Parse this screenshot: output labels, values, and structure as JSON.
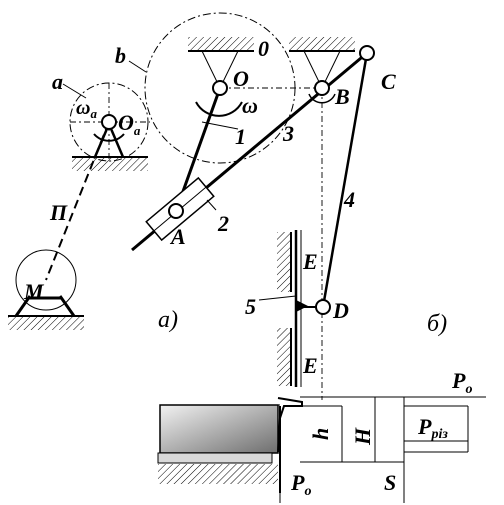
{
  "diagram": {
    "labels": {
      "circle_a": "a",
      "omega_a": "ω",
      "omega_a_sub": "a",
      "pivot_Oa": "O",
      "pivot_Oa_sub": "a",
      "circle_b": "b",
      "ground_0": "0",
      "pivot_O": "O",
      "omega": "ω",
      "link_1": "1",
      "link_3": "3",
      "joint_B": "B",
      "joint_C": "C",
      "link_4": "4",
      "slider_2": "2",
      "joint_A": "A",
      "guide_E_top": "E",
      "link_5": "5",
      "joint_D": "D",
      "guide_E_bottom": "E",
      "belt_P": "П",
      "motor_M": "M",
      "panel_a": "а)",
      "panel_b": "б)",
      "force_P0_top": "P",
      "force_P0_top_sub": "o",
      "force_Priz": "P",
      "force_Priz_sub": "різ",
      "dim_h": "h",
      "dim_H": "H",
      "force_P0_bottom": "P",
      "force_P0_bottom_sub": "o",
      "dim_S": "S"
    },
    "colors": {
      "stroke": "#000000",
      "background": "#ffffff",
      "workpiece_light": "#f2f2f2",
      "workpiece_dark": "#6e6e6e"
    }
  }
}
